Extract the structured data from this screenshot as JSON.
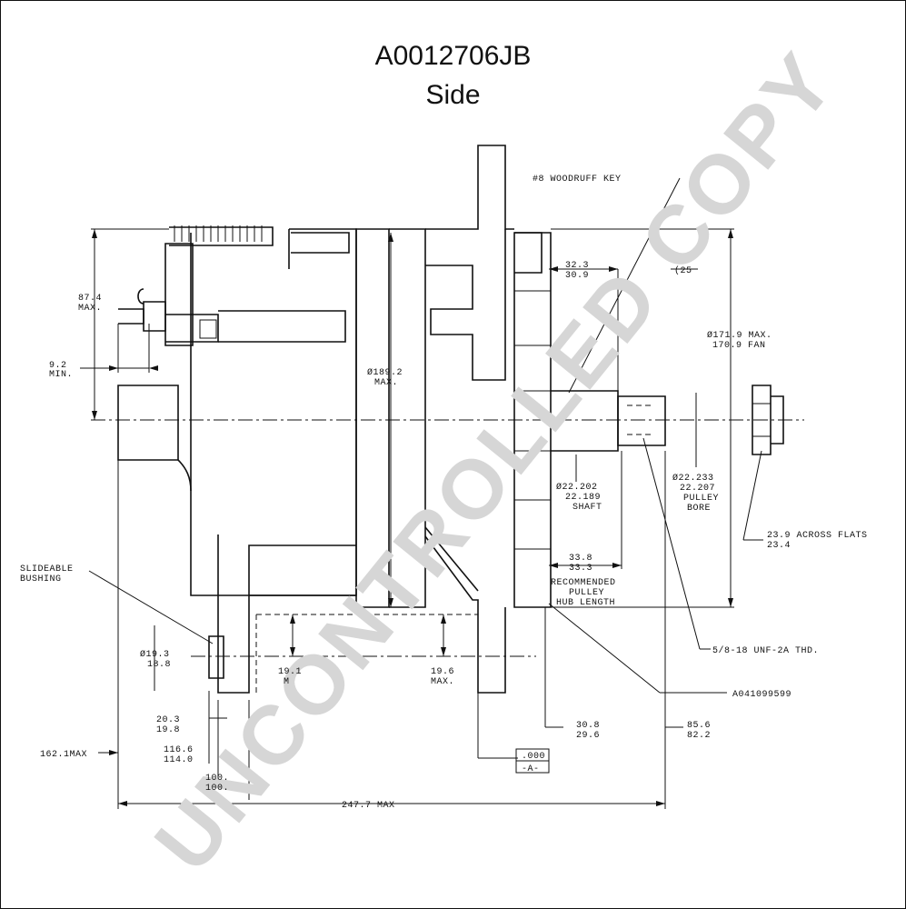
{
  "header": {
    "part_number": "A0012706JB",
    "view": "Side"
  },
  "watermark": "UNCONTROLLED COPY",
  "callouts": {
    "woodruff_key": "#8 WOODRUFF KEY",
    "slideable_bushing": [
      "SLIDEABLE",
      "BUSHING"
    ],
    "thread": "5/8-18 UNF-2A THD.",
    "part_ref": "A041099599",
    "across_flats": [
      "23.9 ACROSS FLATS",
      "23.4"
    ],
    "hub_length": [
      "RECOMMENDED",
      "PULLEY",
      "HUB LENGTH"
    ]
  },
  "dimensions": {
    "d87": [
      "87.4",
      "MAX."
    ],
    "d9": [
      "9.2",
      "MIN."
    ],
    "d189": [
      "Ø189.2",
      "MAX."
    ],
    "d32": [
      "32.3",
      "30.9"
    ],
    "d25": "(25",
    "d171": [
      "Ø171.9 MAX.",
      "170.9 FAN"
    ],
    "shaft": [
      "Ø22.202",
      "22.189",
      "SHAFT"
    ],
    "bore": [
      "Ø22.233",
      "22.207",
      "PULLEY",
      "BORE"
    ],
    "d33": [
      "33.8",
      "33.3"
    ],
    "d19_3": [
      "Ø19.3",
      "18.8"
    ],
    "d19_1": [
      "19.1",
      "M"
    ],
    "d19_6": [
      "19.6",
      "MAX."
    ],
    "d20": [
      "20.3",
      "19.8"
    ],
    "d116": [
      "116.6",
      "114.0"
    ],
    "d100": [
      "100.",
      "100."
    ],
    "d162": "162.1MAX",
    "d30": [
      "30.8",
      "29.6"
    ],
    "d85": [
      "85.6",
      "82.2"
    ],
    "d247": "247.7 MAX",
    "datum": [
      ".000",
      "-A-"
    ]
  }
}
